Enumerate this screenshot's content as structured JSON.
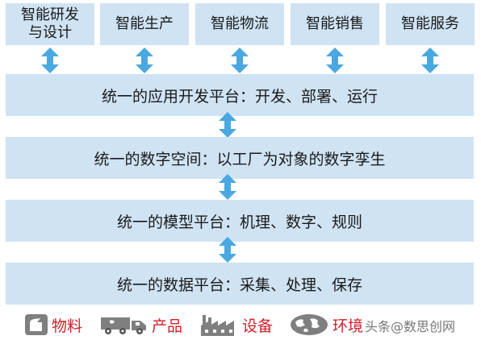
{
  "top_boxes": [
    {
      "line1": "智能研发",
      "line2": "与设计"
    },
    {
      "line1": "智能生产",
      "line2": ""
    },
    {
      "line1": "智能物流",
      "line2": ""
    },
    {
      "line1": "智能销售",
      "line2": ""
    },
    {
      "line1": "智能服务",
      "line2": ""
    }
  ],
  "layers": [
    "统一的应用开发平台：开发、部署、运行",
    "统一的数字空间：以工厂为对象的数字孪生",
    "统一的模型平台：机理、数字、规则",
    "统一的数据平台：采集、处理、保存"
  ],
  "legend": [
    {
      "label": "物料",
      "icon": "material-icon"
    },
    {
      "label": "产品",
      "icon": "truck-icon"
    },
    {
      "label": "设备",
      "icon": "factory-icon"
    },
    {
      "label": "环境",
      "icon": "globe-icon"
    }
  ],
  "watermark": "头条@数思创网",
  "colors": {
    "box": "#cfe3f3",
    "arrow": "#4aa8e0",
    "legend_text": "#d0202a",
    "icon": "#7f7f7f"
  }
}
